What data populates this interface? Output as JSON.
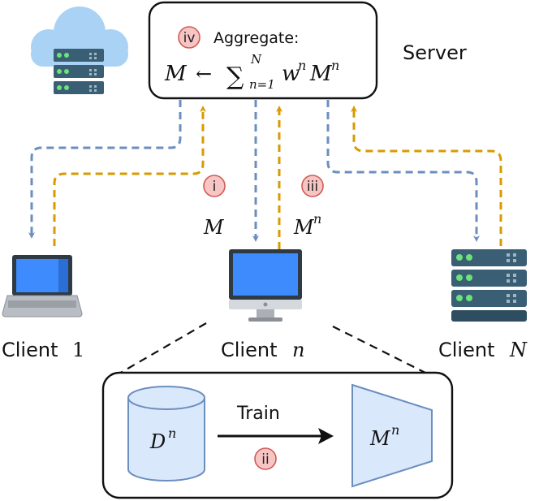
{
  "server": {
    "label": "Server",
    "step_badge": "iv",
    "aggregate_label": "Aggregate:",
    "formula": {
      "lhs": "M",
      "arrow": "←",
      "sum_symbol": "∑",
      "sum_upper": "N",
      "sum_lower": "n=1",
      "weight": "w",
      "weight_sup": "n",
      "model": "M",
      "model_sup": "n"
    }
  },
  "arrows": {
    "download_step": "i",
    "download_label": "M",
    "upload_step": "iii",
    "upload_label": {
      "base": "M",
      "sup": "n"
    }
  },
  "clients": {
    "first": {
      "label": "Client",
      "index": "1"
    },
    "middle": {
      "label": "Client",
      "index": "n"
    },
    "last": {
      "label": "Client",
      "index": "N"
    }
  },
  "training": {
    "dataset": {
      "base": "D",
      "sup": "n"
    },
    "action_label": "Train",
    "step_badge": "ii",
    "model": {
      "base": "M",
      "sup": "n"
    }
  },
  "colors": {
    "download_arrow": "#6c8ebf",
    "upload_arrow": "#d79b00",
    "cloud": "#a9d2f5",
    "screen": "#3d8bfd",
    "server_rack": "#3a5f75",
    "server_led": "#6be37a",
    "dataset_fill": "#dae8fc",
    "badge_fill": "#f7c6c4",
    "badge_stroke": "#cf5b55"
  }
}
